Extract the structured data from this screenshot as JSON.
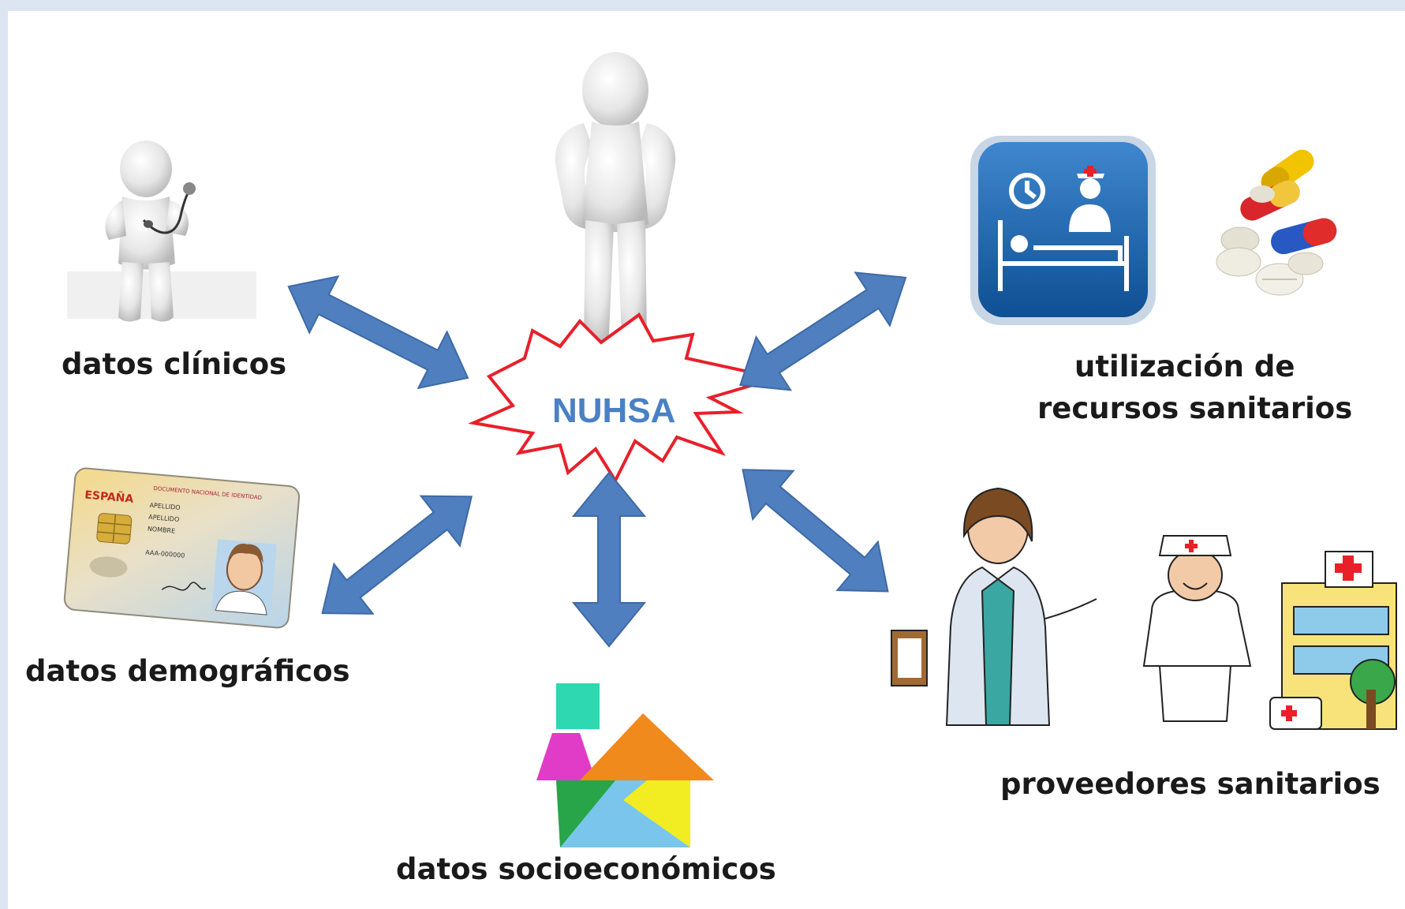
{
  "center": {
    "label": "NUHSA",
    "burst_stroke": "#e8202a",
    "label_color": "#4a80c4"
  },
  "nodes": {
    "clinical": {
      "label": "datos clínicos"
    },
    "demographic": {
      "label": "datos demográficos"
    },
    "socioeconomic": {
      "label": "datos socioeconómicos"
    },
    "resources": {
      "label_line1": "utilización de",
      "label_line2": "recursos sanitarios"
    },
    "providers": {
      "label": "proveedores sanitarios"
    }
  },
  "id_card": {
    "country": "ESPAÑA",
    "header": "DOCUMENTO NACIONAL DE IDENTIDAD",
    "surname1": "APELLIDO",
    "surname2": "APELLIDO",
    "name": "NOMBRE",
    "number": "AAA-000000"
  },
  "colors": {
    "arrow": "#4f7fbe",
    "arrow_stroke": "#3e6aa6",
    "icon_blue": "#1460a8",
    "background": "#dde5f2"
  },
  "icons": [
    "person-figure-icon",
    "doctor-stethoscope-icon",
    "hospital-bed-icon",
    "pills-icon",
    "id-card-icon",
    "tangram-house-icon",
    "female-doctor-icon",
    "nurse-icon",
    "hospital-building-icon"
  ]
}
